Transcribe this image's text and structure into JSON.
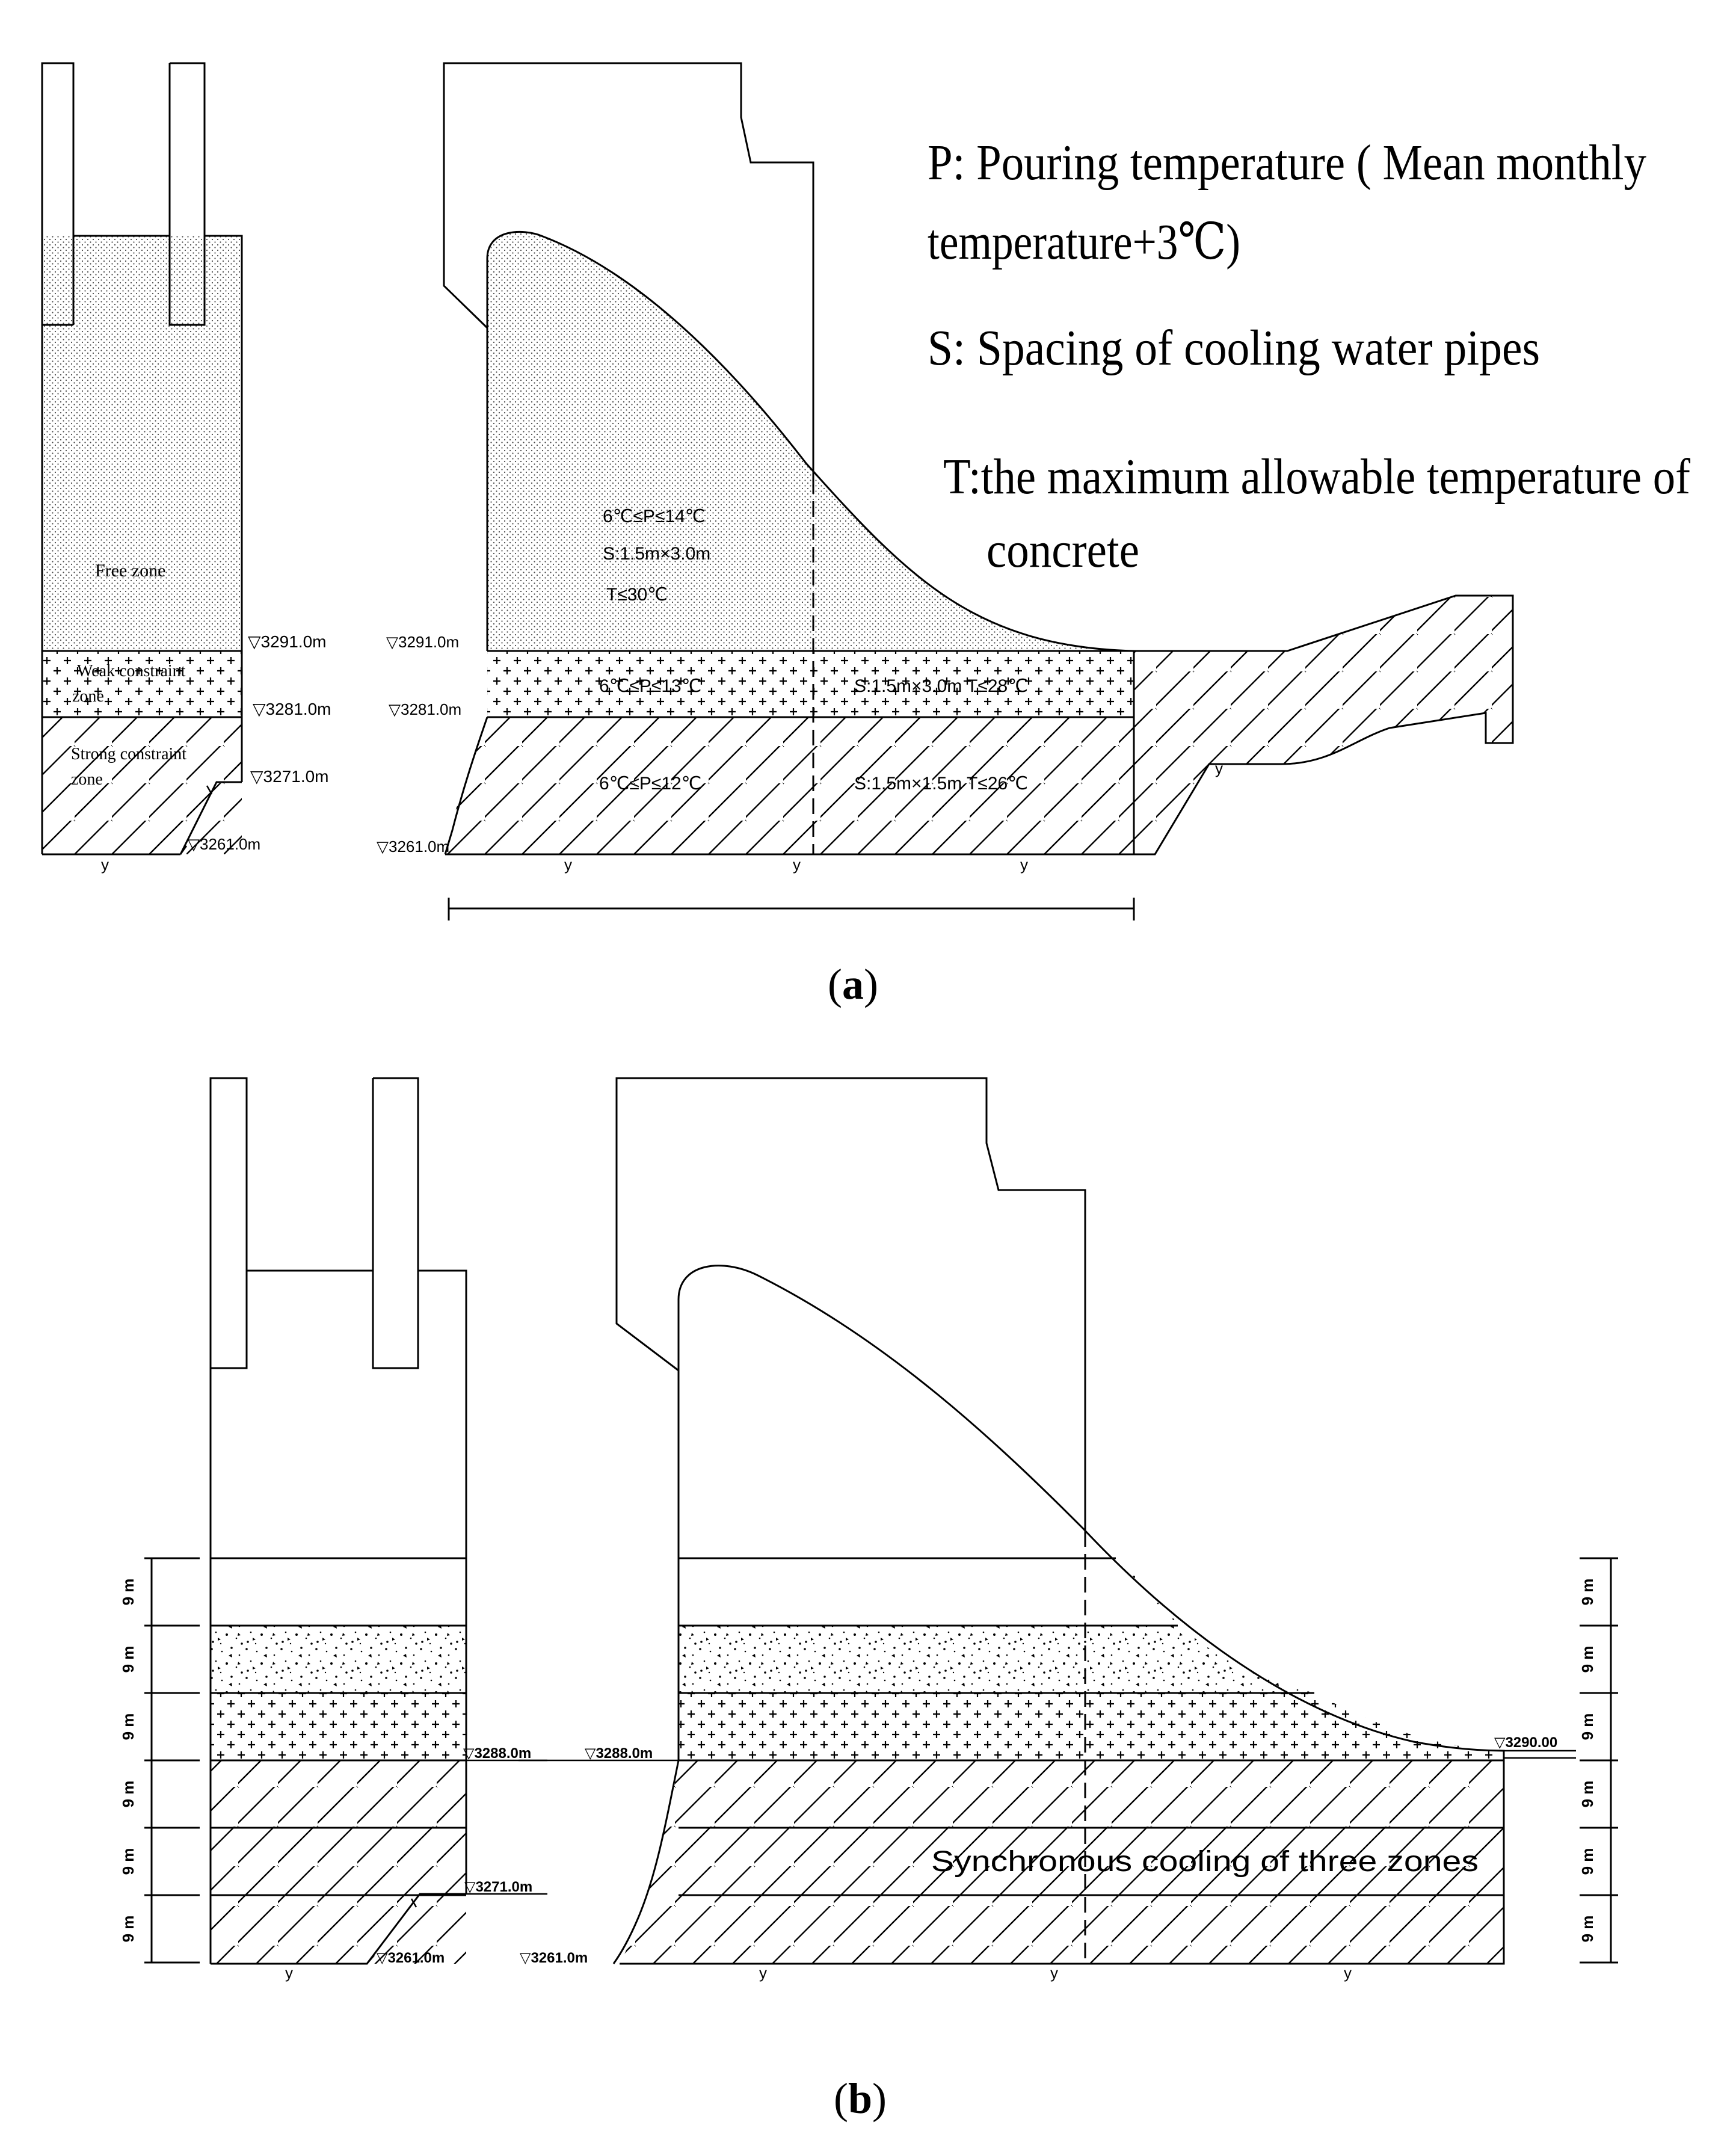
{
  "panel_a": {
    "caption": "a",
    "legend": {
      "p_line1": "P: Pouring temperature ( Mean monthly",
      "p_line2": "temperature+3℃)",
      "s_line": "S: Spacing of cooling water pipes",
      "t_line1": "T:the maximum allowable temperature of",
      "t_line2": "concrete"
    },
    "zones_left": {
      "free": "Free zone",
      "weak1": "Weak constraint",
      "weak2": "zone",
      "strong1": "Strong constraint",
      "strong2": "zone"
    },
    "elevations_left": [
      "▽3291.0m",
      "▽3281.0m",
      "▽3271.0m",
      "▽3261.0m"
    ],
    "elevations_right": [
      "▽3291.0m",
      "▽3281.0m",
      "▽3261.0m"
    ],
    "free_zone_spec": [
      "6℃≤P≤14℃",
      "S:1.5m×3.0m",
      "T≤30℃"
    ],
    "weak_zone_spec": [
      "6℃≤P≤13℃",
      "S:1.5m×3.0m T≤28℃"
    ],
    "strong_zone_spec": [
      "6℃≤P≤12℃",
      "S:1.5m×1.5m T≤26℃"
    ],
    "y_marks": [
      "y",
      "y",
      "y",
      "y",
      "y"
    ]
  },
  "panel_b": {
    "caption": "b",
    "layer_label": "9 m",
    "elevations_left": [
      "▽3288.0m",
      "▽3271.0m",
      "▽3261.0m"
    ],
    "elevations_right": [
      "▽3288.0m",
      "▽3261.0m",
      "▽3290.00"
    ],
    "sync_text": "Synchronous cooling of three zones",
    "y_marks": [
      "y",
      "y",
      "y",
      "y"
    ]
  }
}
